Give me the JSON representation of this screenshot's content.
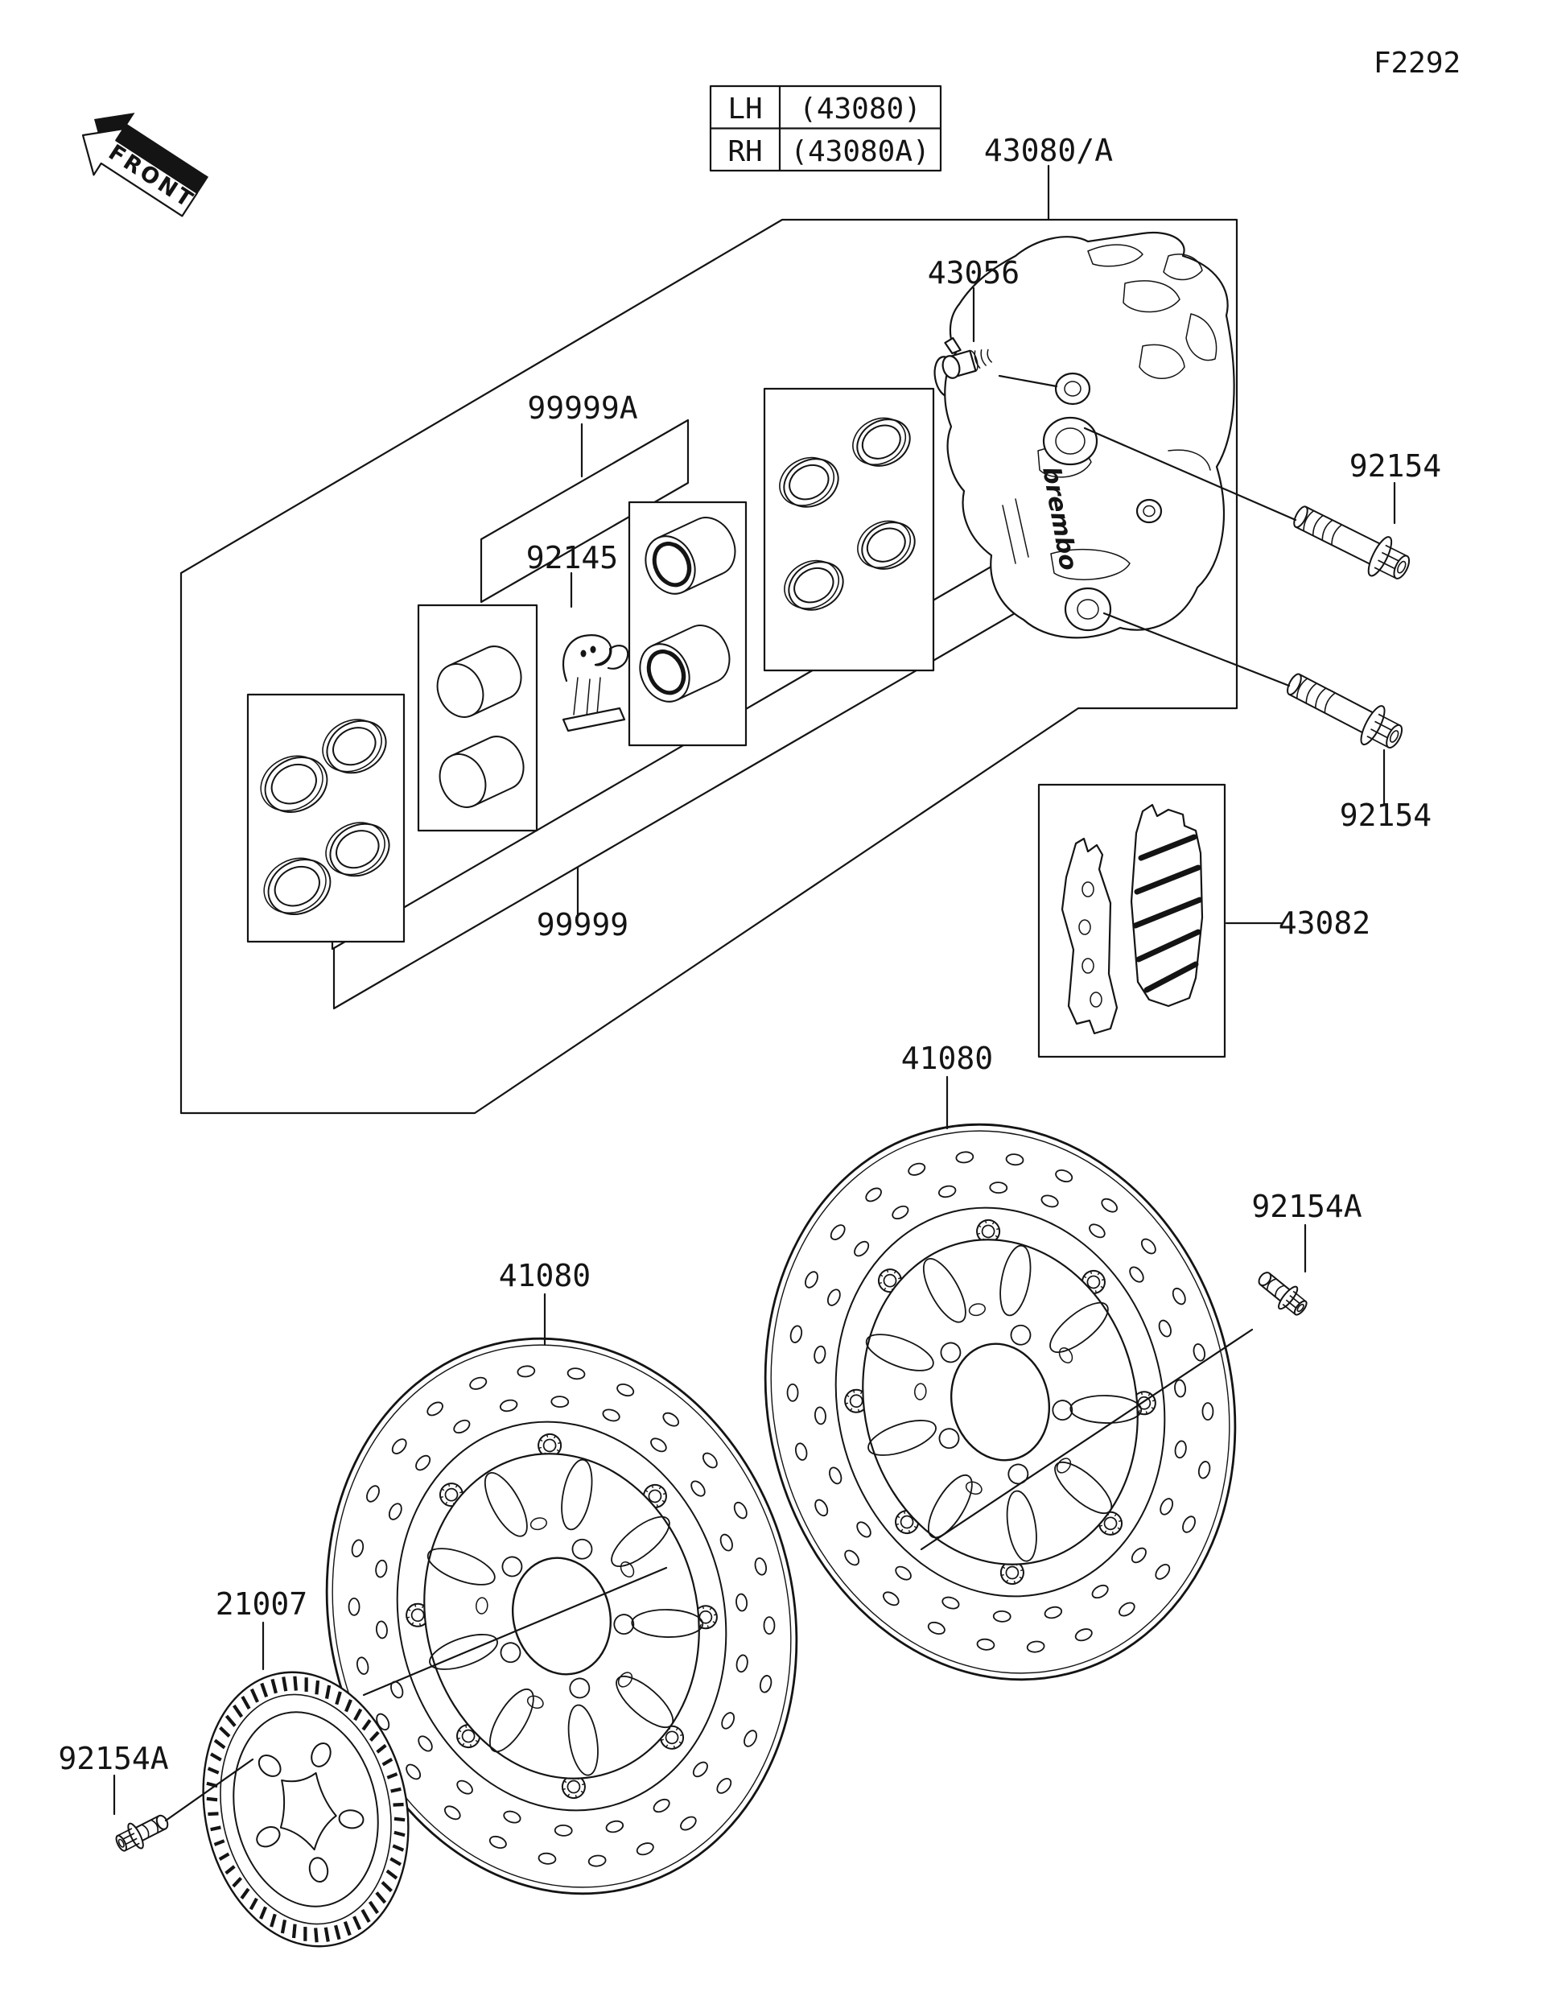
{
  "figure": {
    "code": "F2292"
  },
  "front_marker": {
    "label": "FRONT"
  },
  "variant_table": {
    "rows": [
      {
        "side": "LH",
        "part_no": "(43080)"
      },
      {
        "side": "RH",
        "part_no": "(43080A)"
      }
    ]
  },
  "parts": {
    "caliper_assy": "43080/A",
    "bleed_valve": "43056",
    "piston_seal_kit_a": "99999A",
    "pad_spring": "92145",
    "piston_seal_kit": "99999",
    "caliper_bolt_upper": "92154",
    "caliper_bolt_lower": "92154",
    "brake_pads": "43082",
    "disc_right": "41080",
    "disc_left": "41080",
    "disc_bolt_right": "92154A",
    "disc_bolt_left": "92154A",
    "sensor_ring": "21007"
  },
  "caliper": {
    "brand": "brembo"
  },
  "colors": {
    "line": "#141414",
    "background": "#ffffff"
  }
}
